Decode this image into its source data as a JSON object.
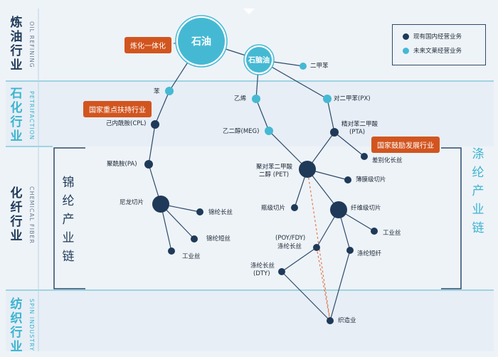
{
  "bands": {
    "oil": {
      "zh": "炼油行业",
      "en": "OIL REFINING"
    },
    "petro": {
      "zh": "石化行业",
      "en": "PETRIFACTION"
    },
    "fiber": {
      "zh": "化纤行业",
      "en": "CHEMICAL FIBER"
    },
    "spin": {
      "zh": "纺织行业",
      "en": "SPIN INDUSTRY"
    }
  },
  "chains": {
    "nylon": "锦纶产业链",
    "polyester": "涤纶产业链"
  },
  "legend": {
    "current": "现有国内经营业务",
    "future": "未来文莱经营业务"
  },
  "colors": {
    "current": "#1f3a58",
    "future": "#45b9d3",
    "tag": "#d2551f",
    "line": "#2c4a6a",
    "dashed": "#e07a4f"
  },
  "tags": {
    "integration": "炼化一体化",
    "support": "国家重点扶持行业",
    "encourage": "国家鼓励发展行业"
  },
  "nodes": {
    "crude": "石油",
    "naphtha": "石脑油",
    "xylene": "二甲苯",
    "benzene": "苯",
    "ethylene": "乙烯",
    "px": "对二甲苯(PX)",
    "cpl": "己内酰胺(CPL)",
    "meg": "乙二醇(MEG)",
    "pta_l1": "精对苯二甲酸",
    "pta_l2": "(PTA)",
    "diff": "差别化长丝",
    "pa": "聚酰胺(PA)",
    "pet_l1": "聚对苯二甲酸",
    "pet_l2": "二醇 (PET)",
    "film": "薄膜级切片",
    "nylon_chip": "尼龙切片",
    "bottle": "瓶级切片",
    "fiber_chip": "纤维级切片",
    "nylon_fil": "锦纶长丝",
    "nylon_staple": "锦纶短丝",
    "ind_yarn1": "工业丝",
    "ind_yarn2": "工业丝",
    "poy_l1": "(POY/FDY)",
    "poy_l2": "涤纶长丝",
    "pes_staple": "涤纶短纤",
    "dty_l1": "涤纶长丝",
    "dty_l2": "(DTY)",
    "weaving": "织造业"
  }
}
